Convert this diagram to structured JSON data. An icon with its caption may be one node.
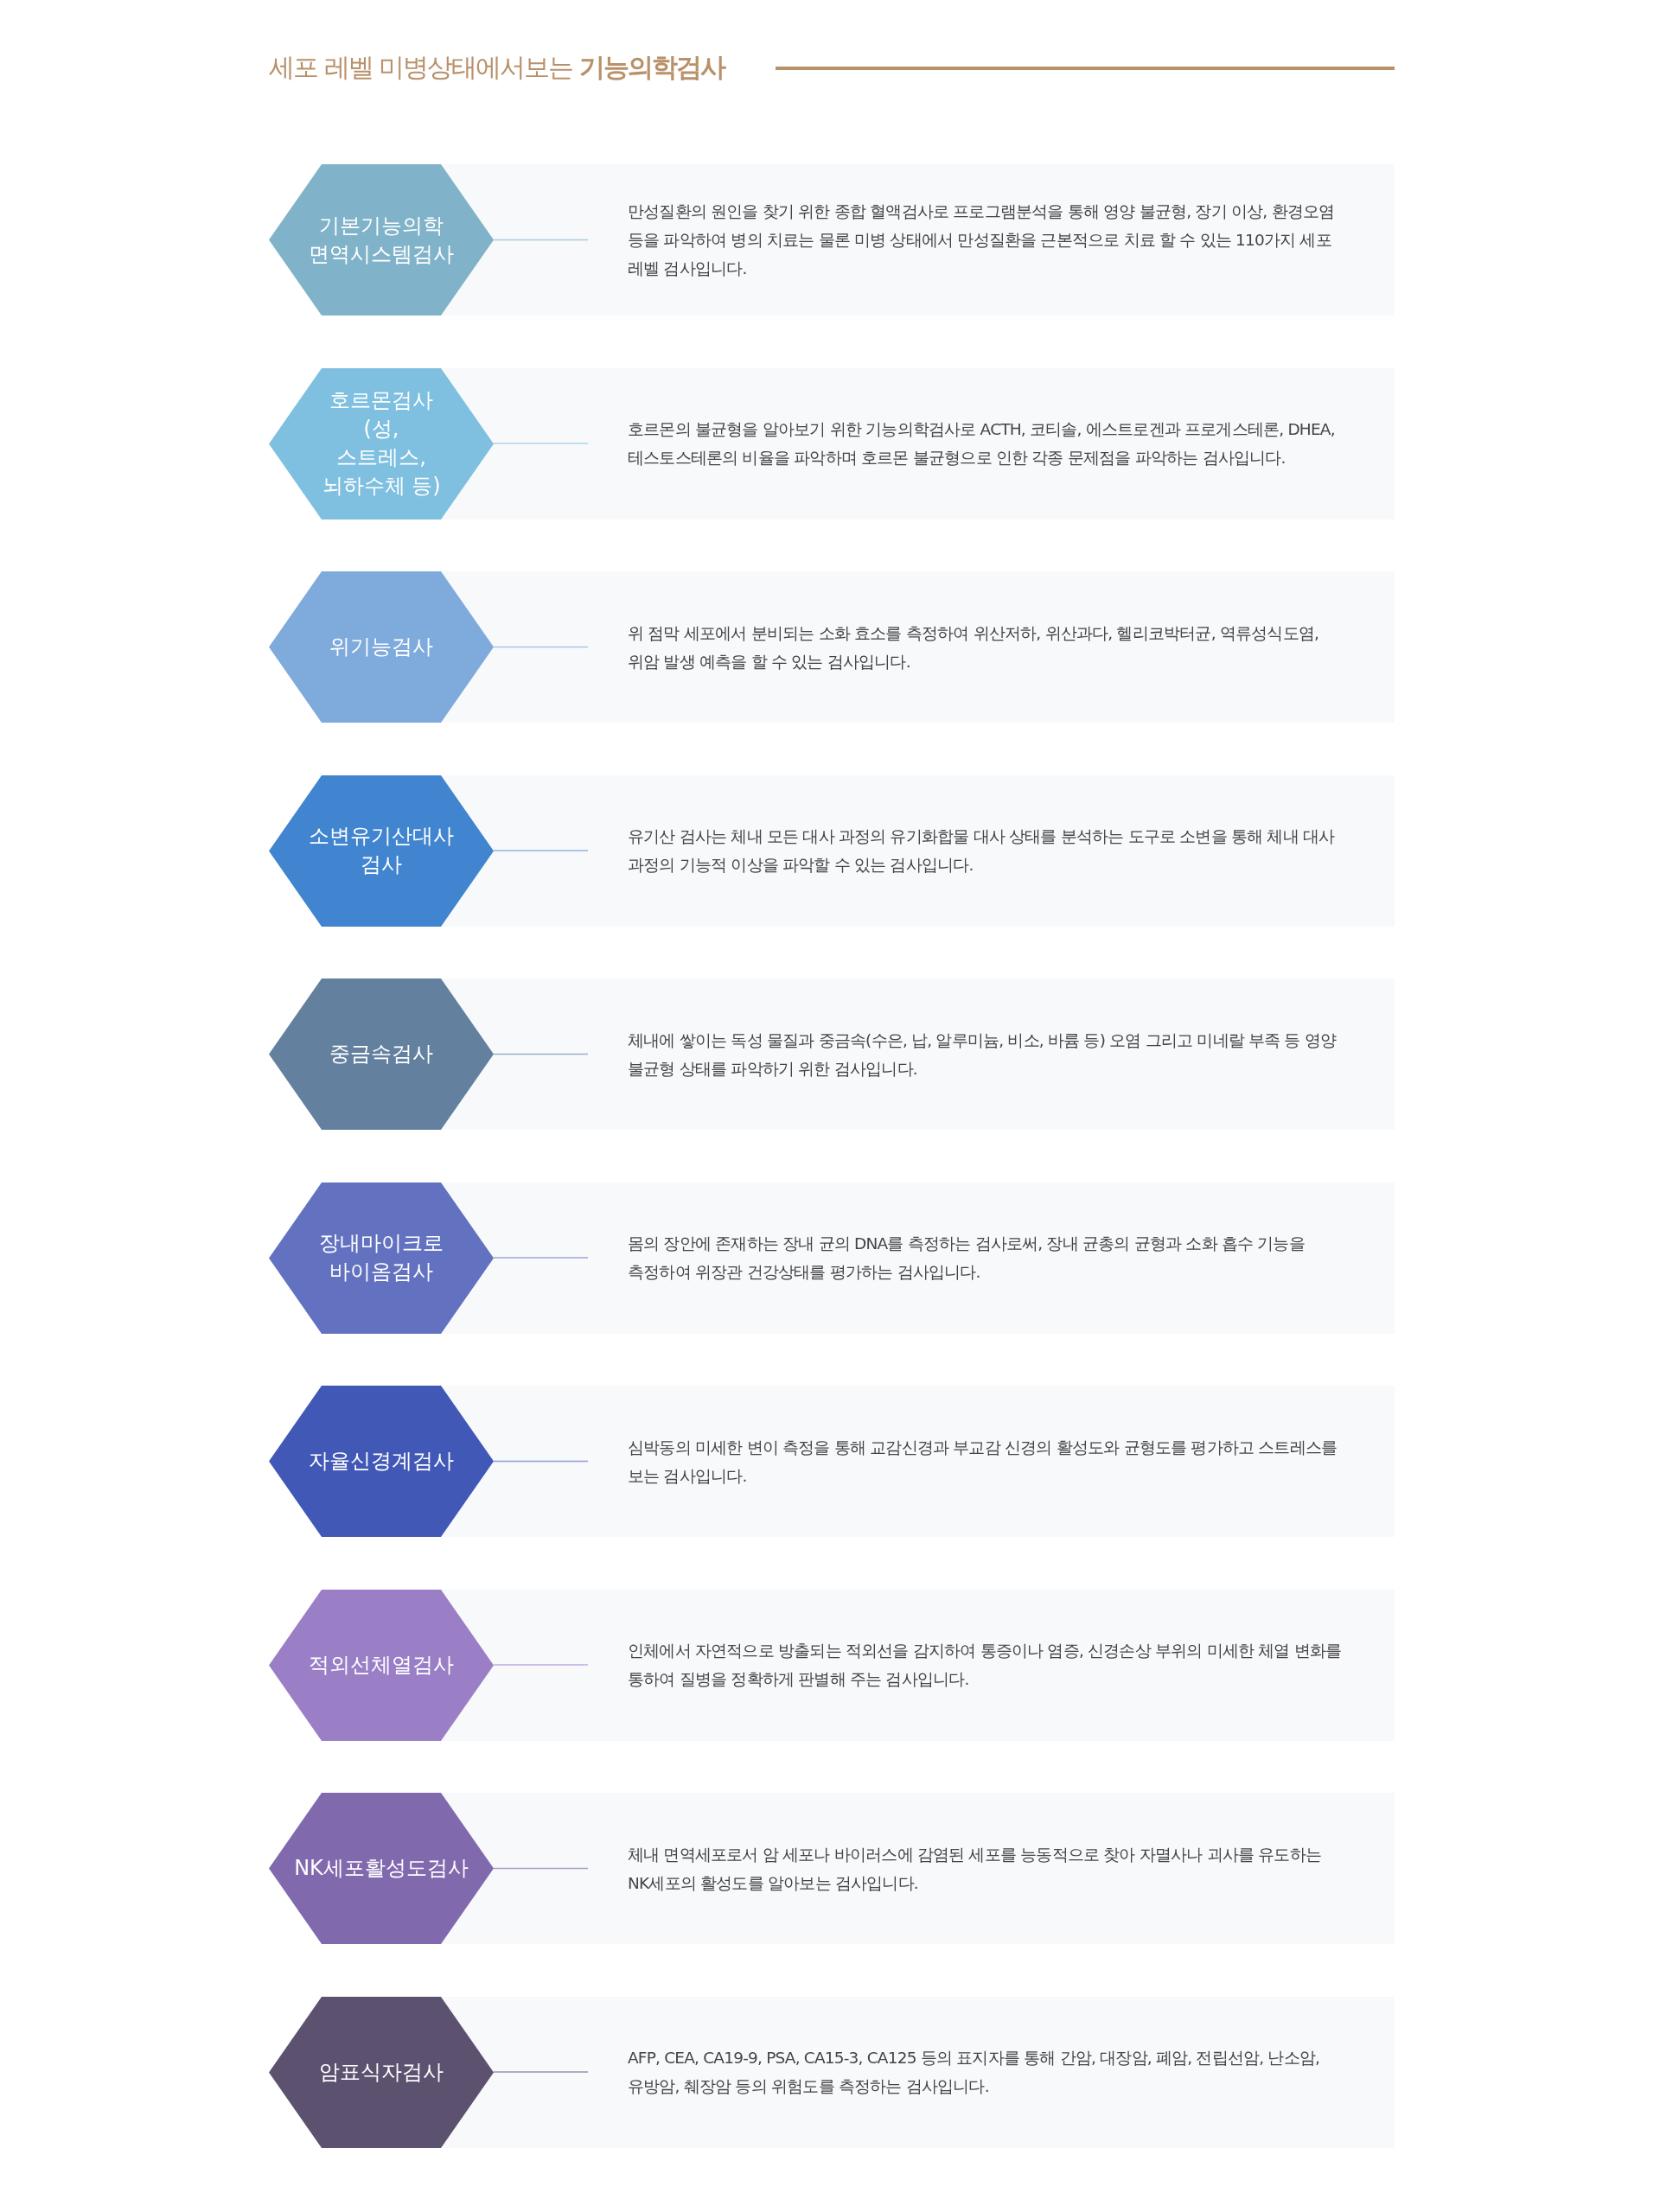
{
  "diagram": {
    "title": "세포 레벨 미병상태에서보는 **기능의학검사**",
    "nodes": [
      {
        "text": [
          "기본기능의학 면역시스템검사"
        ]
      },
      {
        "text": [
          "만성질환의 원인을 찾기 위한 종합 혈액검사로 프로그램분석을 통해 영양 불균형, 장기 이상, 환경오염 등을 파악하여 병의 치료는 물론 미병 상태에서 만성질환을 근본적으로 치료 할 수 있는 110가지 세포 레벨 검사입니다."
        ]
      },
      {
        "text": [
          "호르몬검사 (성, 스트레스, 뇌하수체 등)"
        ]
      },
      {
        "text": [
          "호르몬의 불균형을 알아보기 위한 기능의학검사로 ACTH, 코티솔, 에스트로겐과 프로게스테론, DHEA, 테스토스테론의 비율을 파악하며 호르몬 불균형으로 인한 각종 문제점을 파악하는 검사입니다."
        ]
      },
      {
        "text": [
          "위기능검사"
        ]
      },
      {
        "text": [
          "위 점막 세포에서 분비되는 소화 효소를 측정하여 위산저하, 위산과다, 헬리코박터균, 역류성식도염, 위암 발생 예측을 할 수 있는 검사입니다."
        ]
      },
      {
        "text": [
          "소변유기산대사 검사"
        ]
      },
      {
        "text": [
          "유기산 검사는 체내 모든 대사 과정의 유기화합물 대사 상태를 분석하는 도구로 소변을 통해 체내 대사 과정의 기능적 이상을 파악할 수 있는 검사입니다."
        ]
      },
      {
        "text": [
          "중금속검사"
        ]
      },
      {
        "text": [
          "체내에 쌓이는 독성 물질과 중금속(수은, 납, 알루미늄, 비소, 바륨 등) 오염 그리고 미네랄 부족 등 영양 불균형 상태를 파악하기 위한 검사입니다."
        ]
      },
      {
        "text": [
          "장내마이크로 바이옴검사"
        ]
      },
      {
        "text": [
          "몸의 장안에 존재하는 장내 균의 DNA를 측정하는 검사로써, 장내 균총의 균형과 소화 흡수 기능을 측정하여 위장관 건강상태를 평가하는 검사입니다."
        ]
      },
      {
        "text": [
          "자율신경계검사"
        ]
      },
      {
        "text": [
          "심박동의 미세한 변이 측정을 통해 교감신경과 부교감 신경의 활성도와 균형도를 평가하고 스트레스를 보는 검사입니다."
        ]
      },
      {
        "text": [
          "적외선체열검사"
        ]
      },
      {
        "text": [
          "인체에서 자연적으로 방출되는 적외선을 감지하여 통증이나 염증, 신경손상 부위의 미세한 체열 변화를 통하여 질병을 정확하게 판별해 주는 검사입니다."
        ]
      },
      {
        "text": [
          "NK세포활성도검사"
        ]
      },
      {
        "text": [
          "체내 면역세포로서 암 세포나 바이러스에 감염된 세포를 능동적으로 찾아 자멸사나 괴사를 유도하는 NK세포의 활성도를 알아보는 검사입니다."
        ]
      },
      {
        "text": [
          "암표식자검사"
        ]
      },
      {
        "text": [
          "AFP, CEA, CA19-9, PSA, CA15-3, CA125 등의 표지자를 통해 간암, 대장암, 폐암, 전립선암, 난소암, 유방암, 췌장암 등의 위험도를 측정하는 검사입니다."
        ]
      }
    ],
    "edges": [
      {
        "from": 0,
        "to": 1,
        "arrow": "none"
      },
      {
        "from": 2,
        "to": 3,
        "arrow": "none"
      },
      {
        "from": 4,
        "to": 5,
        "arrow": "none"
      },
      {
        "from": 6,
        "to": 7,
        "arrow": "none"
      },
      {
        "from": 8,
        "to": 9,
        "arrow": "none"
      },
      {
        "from": 10,
        "to": 11,
        "arrow": "none"
      },
      {
        "from": 12,
        "to": 13,
        "arrow": "none"
      },
      {
        "from": 14,
        "to": 15,
        "arrow": "none"
      },
      {
        "from": 16,
        "to": 17,
        "arrow": "none"
      },
      {
        "from": 18,
        "to": 19,
        "arrow": "none"
      }
    ]
  }
}
